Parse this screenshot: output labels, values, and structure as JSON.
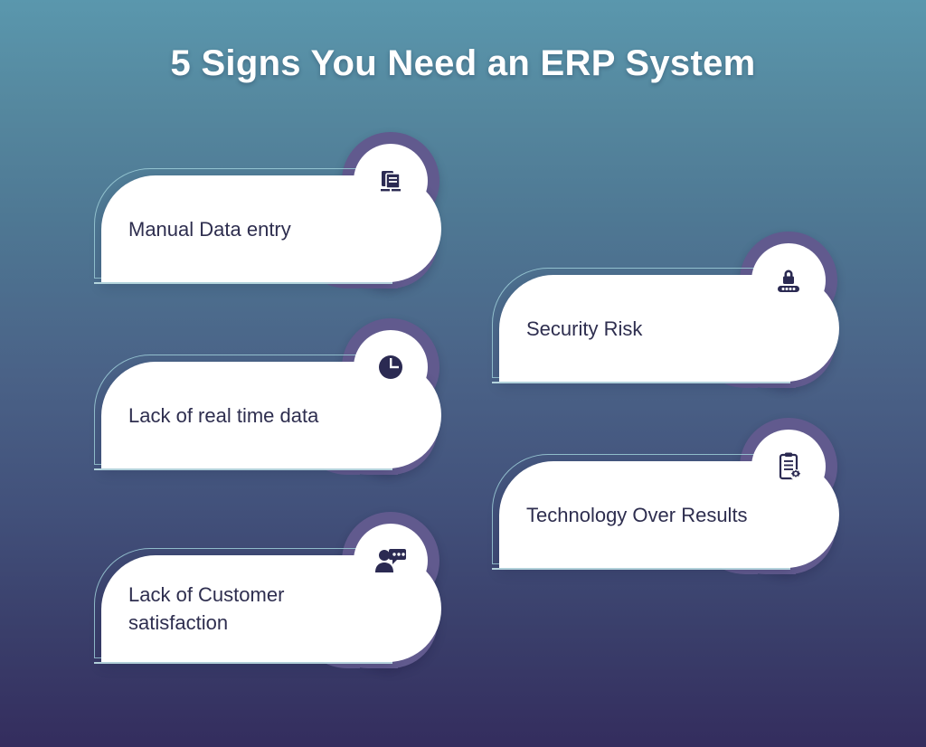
{
  "header": {
    "title": "5 Signs You Need an ERP System"
  },
  "theme": {
    "background_top": "#5a97ad",
    "background_bottom": "#342d5e",
    "accent_purple": "#615a8e",
    "card_background": "#ffffff",
    "outline_teal": "#9fd0da",
    "text_color": "#2e2e4f",
    "title_color": "#ffffff",
    "icon_color": "#2b2a52"
  },
  "cards": [
    {
      "id": "card-1",
      "label": "Manual Data entry",
      "icon": "document-copy-icon"
    },
    {
      "id": "card-2",
      "label": "Lack of real time data",
      "icon": "clock-icon"
    },
    {
      "id": "card-3",
      "label": "Lack of Customer satisfaction",
      "icon": "customer-feedback-icon"
    },
    {
      "id": "card-4",
      "label": "Security Risk",
      "icon": "password-lock-icon"
    },
    {
      "id": "card-5",
      "label": "Technology Over Results",
      "icon": "clipboard-gear-icon"
    }
  ]
}
